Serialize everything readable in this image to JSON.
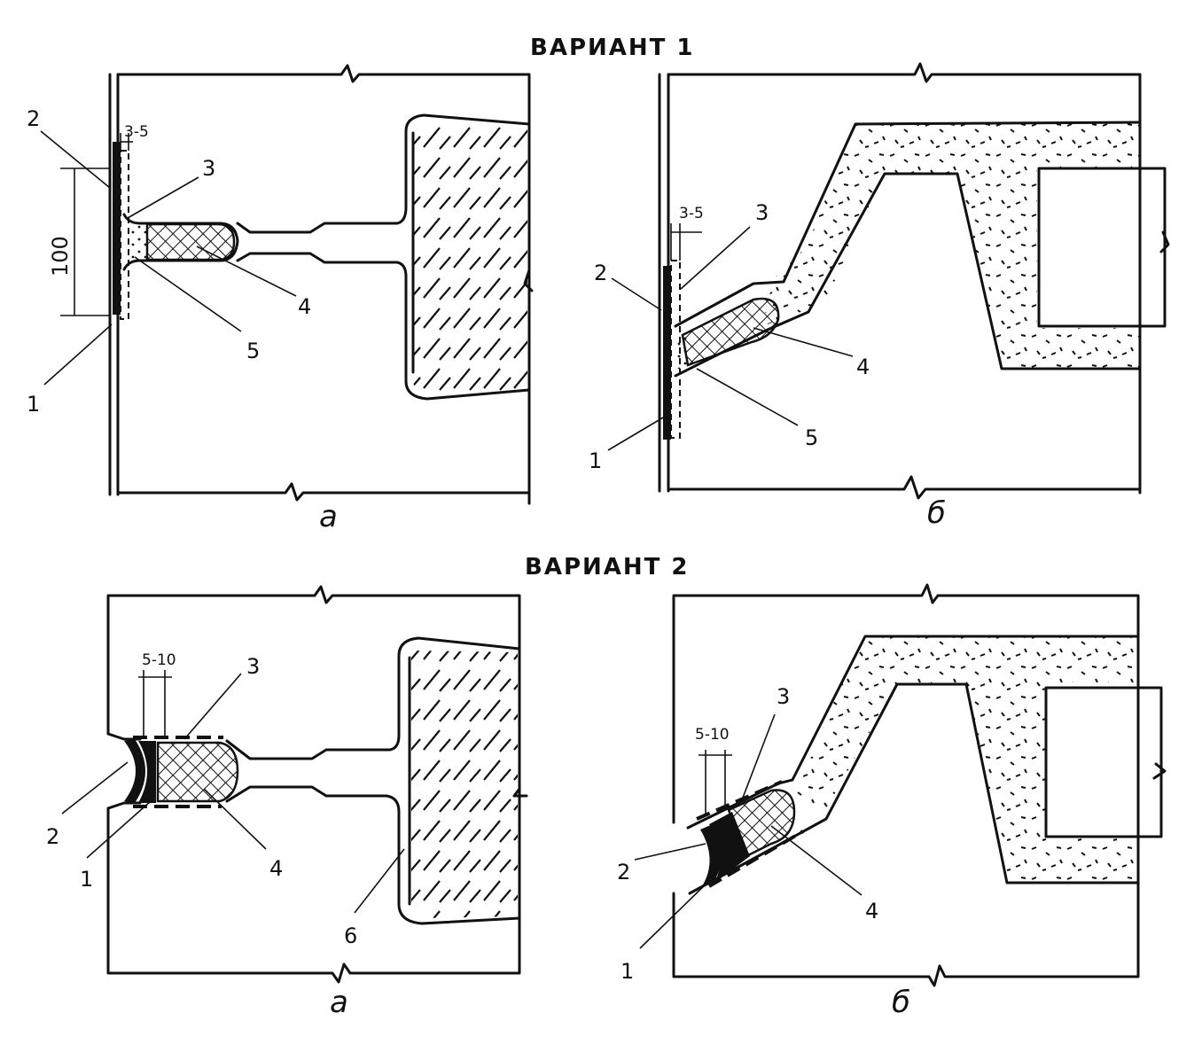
{
  "titles": {
    "variant1": "ВАРИАНТ 1",
    "variant2": "ВАРИАНТ 2"
  },
  "sublabels": {
    "a": "а",
    "b": "б"
  },
  "dimensions": {
    "gap_3_5": "3-5",
    "height_100": "100",
    "gap_5_10": "5-10"
  },
  "callouts": {
    "n1": "1",
    "n2": "2",
    "n3": "3",
    "n4": "4",
    "n5": "5",
    "n6": "6"
  }
}
